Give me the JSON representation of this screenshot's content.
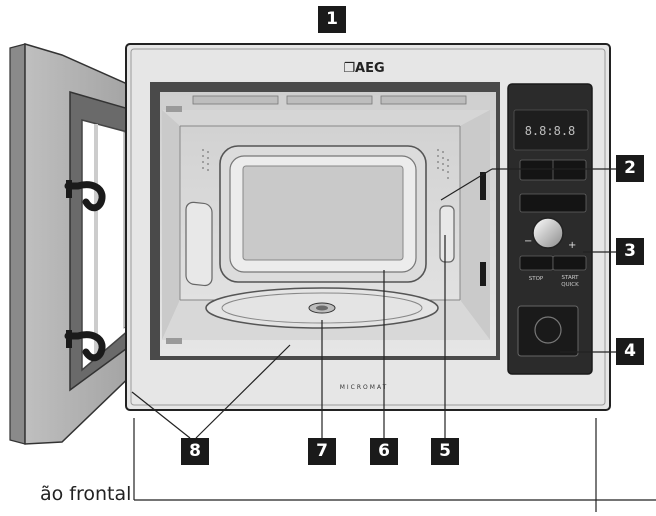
{
  "brand": "❐AEG",
  "model_label": "MICROMAT",
  "caption": "ão frontal",
  "callouts": [
    "1",
    "2",
    "3",
    "4",
    "5",
    "6",
    "7",
    "8"
  ],
  "control_panel": {
    "display_text": "8.8:8.8",
    "stop_label": "STOP",
    "start_label": "START",
    "quick_label": "QUICK",
    "minus_label": "−",
    "plus_label": "+"
  },
  "colors": {
    "callout_bg": "#1a1a1a",
    "housing_face": "#e6e6e6",
    "panel_dark": "#2b2b2b",
    "line": "#222222"
  }
}
